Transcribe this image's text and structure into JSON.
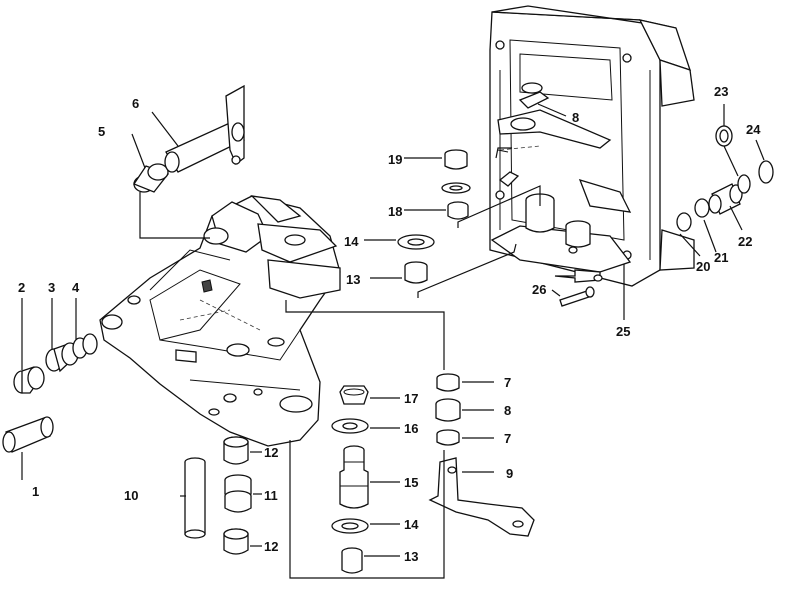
{
  "diagram": {
    "callouts": [
      "1",
      "2",
      "3",
      "4",
      "5",
      "6",
      "7",
      "8",
      "9",
      "10",
      "11",
      "12",
      "13",
      "14",
      "15",
      "16",
      "17",
      "18",
      "19",
      "20",
      "21",
      "22",
      "23",
      "24",
      "25",
      "26"
    ],
    "extra_callouts": {
      "c7b": "7",
      "c8b": "8",
      "c12b": "12",
      "c13b": "13",
      "c14b": "14"
    }
  }
}
